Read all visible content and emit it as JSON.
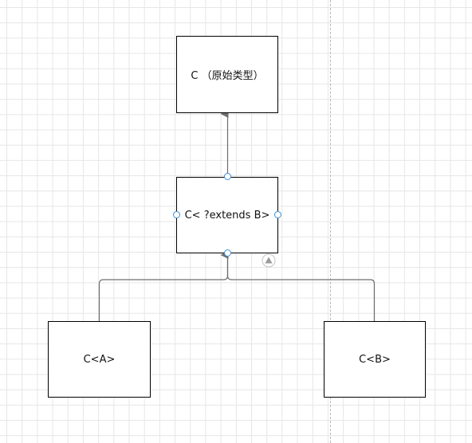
{
  "diagram": {
    "nodes": {
      "raw": {
        "label": "C （原始类型）"
      },
      "wildcard": {
        "label": "C< ?extends B>"
      },
      "a": {
        "label": "C<A>"
      },
      "b": {
        "label": "C<B>"
      }
    },
    "edges": [
      {
        "from": "wildcard",
        "to": "raw",
        "arrow": "filled"
      },
      {
        "from": "a",
        "to": "wildcard",
        "arrow": "filled"
      },
      {
        "from": "b",
        "to": "wildcard",
        "arrow": "filled"
      }
    ],
    "colors": {
      "edge": "#6e6e6e",
      "handle": "#3d8fd6",
      "grid": "#e6e6e6",
      "node_border": "#000000"
    },
    "icons": [
      "up-triangle-icon"
    ]
  }
}
